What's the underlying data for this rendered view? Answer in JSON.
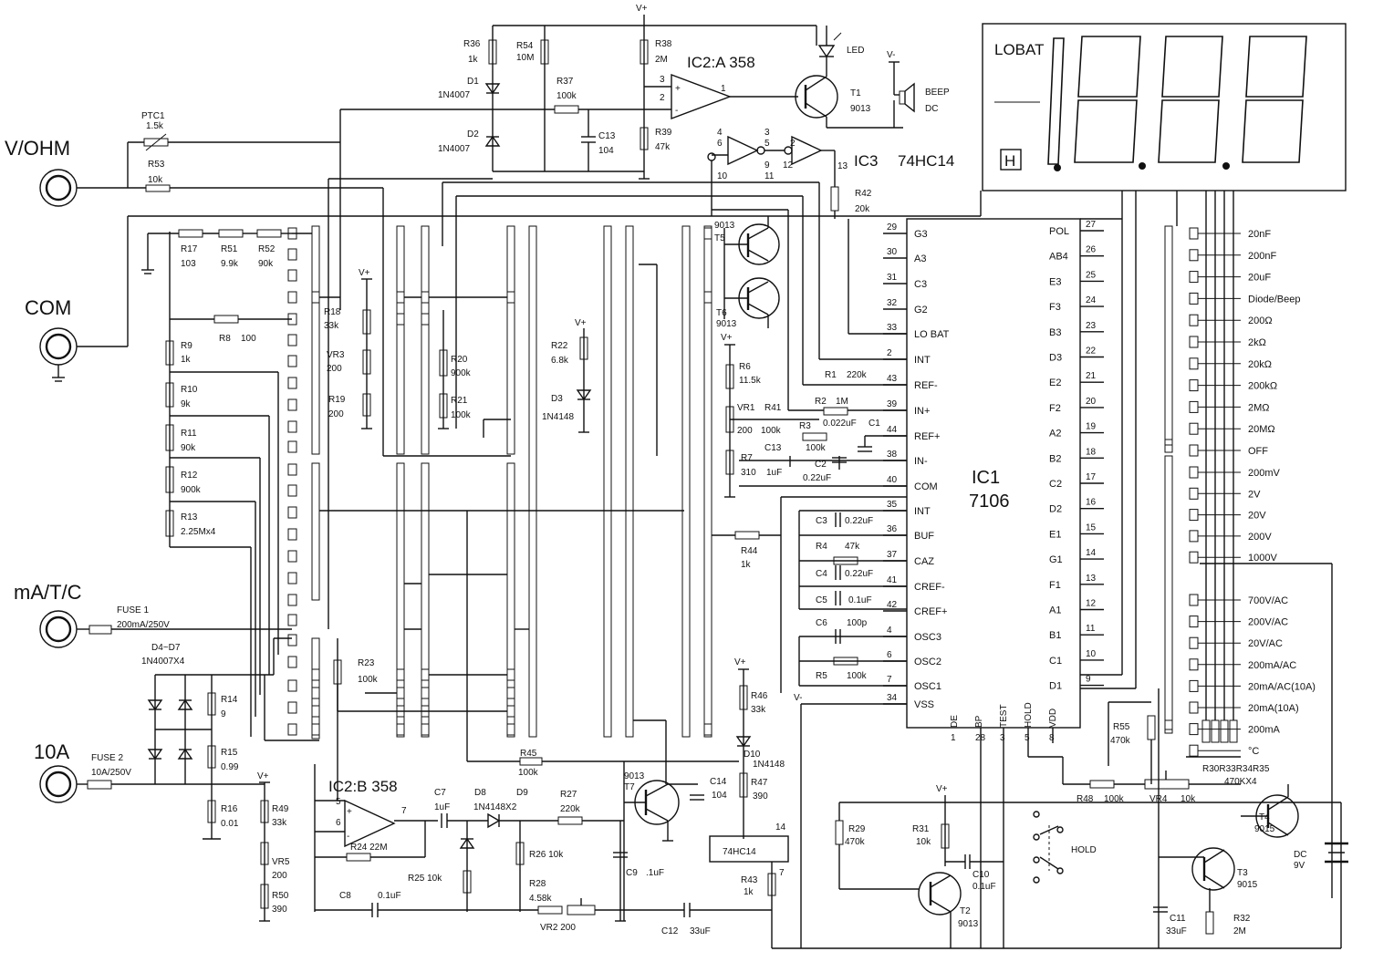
{
  "inputs": {
    "vohm": "V/OHM",
    "com": "COM",
    "ma": "mA/T/C",
    "tena": "10A"
  },
  "display": {
    "lobat": "LOBAT",
    "hold_flag": "H"
  },
  "ic1": {
    "name": "IC1",
    "part": "7106",
    "left_pins": [
      {
        "num": "29",
        "name": "G3"
      },
      {
        "num": "30",
        "name": "A3"
      },
      {
        "num": "31",
        "name": "C3"
      },
      {
        "num": "32",
        "name": "G2"
      },
      {
        "num": "33",
        "name": "LO BAT"
      },
      {
        "num": "2",
        "name": "INT"
      },
      {
        "num": "43",
        "name": "REF-"
      },
      {
        "num": "39",
        "name": "IN+"
      },
      {
        "num": "44",
        "name": "REF+"
      },
      {
        "num": "38",
        "name": "IN-"
      },
      {
        "num": "40",
        "name": "COM"
      },
      {
        "num": "35",
        "name": "INT"
      },
      {
        "num": "36",
        "name": "BUF"
      },
      {
        "num": "37",
        "name": "CAZ"
      },
      {
        "num": "41",
        "name": "CREF-"
      },
      {
        "num": "42",
        "name": "CREF+"
      },
      {
        "num": "4",
        "name": "OSC3"
      },
      {
        "num": "6",
        "name": "OSC2"
      },
      {
        "num": "7",
        "name": "OSC1"
      },
      {
        "num": "34",
        "name": "VSS"
      }
    ],
    "right_pins": [
      {
        "num": "27",
        "name": "POL"
      },
      {
        "num": "26",
        "name": "AB4"
      },
      {
        "num": "25",
        "name": "E3"
      },
      {
        "num": "24",
        "name": "F3"
      },
      {
        "num": "23",
        "name": "B3"
      },
      {
        "num": "22",
        "name": "D3"
      },
      {
        "num": "21",
        "name": "E2"
      },
      {
        "num": "20",
        "name": "F2"
      },
      {
        "num": "19",
        "name": "A2"
      },
      {
        "num": "18",
        "name": "B2"
      },
      {
        "num": "17",
        "name": "C2"
      },
      {
        "num": "16",
        "name": "D2"
      },
      {
        "num": "15",
        "name": "E1"
      },
      {
        "num": "14",
        "name": "G1"
      },
      {
        "num": "13",
        "name": "F1"
      },
      {
        "num": "12",
        "name": "A1"
      },
      {
        "num": "11",
        "name": "B1"
      },
      {
        "num": "10",
        "name": "C1"
      },
      {
        "num": "9",
        "name": "D1"
      }
    ],
    "bottom_pins": [
      {
        "num": "1",
        "name": "DE"
      },
      {
        "num": "28",
        "name": "BP"
      },
      {
        "num": "3",
        "name": "TEST"
      },
      {
        "num": "5",
        "name": "HOLD"
      },
      {
        "num": "8",
        "name": "VDD"
      }
    ]
  },
  "ranges": [
    "20nF",
    "200nF",
    "20uF",
    "Diode/Beep",
    "200Ω",
    "2kΩ",
    "20kΩ",
    "200kΩ",
    "2MΩ",
    "20MΩ",
    "OFF",
    "200mV",
    "2V",
    "20V",
    "200V",
    "1000V",
    "700V/AC",
    "200V/AC",
    "20V/AC",
    "200mA/AC",
    "20mA/AC(10A)",
    "20mA(10A)",
    "200mA",
    "°C"
  ],
  "labels": {
    "vplus": "V+",
    "vminus": "V-",
    "ic2a": "IC2:A 358",
    "ic2b": "IC2:B 358",
    "ic3": "IC3",
    "ic3_part": "74HC14",
    "inv_box": "74HC14",
    "led": "LED",
    "beep": "BEEP",
    "beep_dc": "DC",
    "hold": "HOLD",
    "dc": "DC",
    "dc_v": "9V",
    "fuse1": "FUSE 1",
    "fuse1_val": "200mA/250V",
    "fuse2": "FUSE 2",
    "fuse2_val": "10A/250V",
    "d4d7": "D4~D7",
    "d4d7_val": "1N4007X4",
    "ptc": "PTC1",
    "ptc_val": "1.5k",
    "pin14": "14",
    "pin7": "7"
  },
  "components": [
    {
      "ref": "R36",
      "val": "1k"
    },
    {
      "ref": "R54",
      "val": "10M"
    },
    {
      "ref": "D1",
      "val": "1N4007"
    },
    {
      "ref": "D2",
      "val": "1N4007"
    },
    {
      "ref": "R37",
      "val": "100k"
    },
    {
      "ref": "C13",
      "val": "104"
    },
    {
      "ref": "R38",
      "val": "2M"
    },
    {
      "ref": "R39",
      "val": "47k"
    },
    {
      "ref": "T1",
      "val": "9013"
    },
    {
      "ref": "R53",
      "val": "10k"
    },
    {
      "ref": "R17",
      "val": "103"
    },
    {
      "ref": "R51",
      "val": "9.9k"
    },
    {
      "ref": "R52",
      "val": "90k"
    },
    {
      "ref": "R18",
      "val": "33k"
    },
    {
      "ref": "VR3",
      "val": "200"
    },
    {
      "ref": "R19",
      "val": "200"
    },
    {
      "ref": "R8",
      "val": "100"
    },
    {
      "ref": "R9",
      "val": "1k"
    },
    {
      "ref": "R10",
      "val": "9k"
    },
    {
      "ref": "R11",
      "val": "90k"
    },
    {
      "ref": "R12",
      "val": "900k"
    },
    {
      "ref": "R13",
      "val": "2.25Mx4"
    },
    {
      "ref": "R20",
      "val": "900k"
    },
    {
      "ref": "R21",
      "val": "100k"
    },
    {
      "ref": "R22",
      "val": "6.8k"
    },
    {
      "ref": "D3",
      "val": "1N4148"
    },
    {
      "ref": "T5",
      "val": "9013"
    },
    {
      "ref": "T6",
      "val": "9013"
    },
    {
      "ref": "R6",
      "val": "11.5k"
    },
    {
      "ref": "VR1",
      "val": "200"
    },
    {
      "ref": "R41",
      "val": "100k"
    },
    {
      "ref": "R7",
      "val": "310"
    },
    {
      "ref": "C13b",
      "val": "1uF"
    },
    {
      "ref": "R1",
      "val": "220k"
    },
    {
      "ref": "R2",
      "val": "1M"
    },
    {
      "ref": "R3",
      "val": "100k"
    },
    {
      "ref": "C1",
      "val": "0.022uF"
    },
    {
      "ref": "C2",
      "val": "0.22uF"
    },
    {
      "ref": "R42",
      "val": "20k"
    },
    {
      "ref": "C3",
      "val": "0.22uF"
    },
    {
      "ref": "R4",
      "val": "47k"
    },
    {
      "ref": "C4",
      "val": "0.22uF"
    },
    {
      "ref": "C5",
      "val": "0.1uF"
    },
    {
      "ref": "C6",
      "val": "100p"
    },
    {
      "ref": "R5",
      "val": "100k"
    },
    {
      "ref": "R44",
      "val": "1k"
    },
    {
      "ref": "R23",
      "val": "100k"
    },
    {
      "ref": "R14",
      "val": "9"
    },
    {
      "ref": "R15",
      "val": "0.99"
    },
    {
      "ref": "R16",
      "val": "0.01"
    },
    {
      "ref": "R49",
      "val": "33k"
    },
    {
      "ref": "VR5",
      "val": "200"
    },
    {
      "ref": "R50",
      "val": "390"
    },
    {
      "ref": "R24",
      "val": "22M"
    },
    {
      "ref": "C7",
      "val": "1uF"
    },
    {
      "ref": "D8 D9",
      "val": "1N4148X2"
    },
    {
      "ref": "R27",
      "val": "220k"
    },
    {
      "ref": "R26",
      "val": "10k"
    },
    {
      "ref": "R25",
      "val": "10k"
    },
    {
      "ref": "C8",
      "val": "0.1uF"
    },
    {
      "ref": "R28",
      "val": "4.58k"
    },
    {
      "ref": "VR2",
      "val": "200"
    },
    {
      "ref": "C9",
      "val": ".1uF"
    },
    {
      "ref": "C12",
      "val": "33uF"
    },
    {
      "ref": "R45",
      "val": "100k"
    },
    {
      "ref": "T7",
      "val": "9013"
    },
    {
      "ref": "C14",
      "val": "104"
    },
    {
      "ref": "R46",
      "val": "33k"
    },
    {
      "ref": "D10",
      "val": "1N4148"
    },
    {
      "ref": "R47",
      "val": "390"
    },
    {
      "ref": "R43",
      "val": "1k"
    },
    {
      "ref": "R29",
      "val": "470k"
    },
    {
      "ref": "R31",
      "val": "10k"
    },
    {
      "ref": "C10",
      "val": "0.1uF"
    },
    {
      "ref": "T2",
      "val": "9013"
    },
    {
      "ref": "R48",
      "val": "100k"
    },
    {
      "ref": "VR4",
      "val": "10k"
    },
    {
      "ref": "R55",
      "val": "470k"
    },
    {
      "ref": "T4",
      "val": "9015"
    },
    {
      "ref": "T3",
      "val": "9015"
    },
    {
      "ref": "C11",
      "val": "33uF"
    },
    {
      "ref": "R32",
      "val": "2M"
    },
    {
      "ref": "R30R33R34R35",
      "val": "470KX4"
    }
  ],
  "ic3_pins": [
    "4",
    "6",
    "10",
    "3",
    "5",
    "9",
    "11",
    "2",
    "12",
    "13"
  ],
  "ic2_pins": [
    "3",
    "2",
    "1",
    "5",
    "6",
    "7"
  ]
}
